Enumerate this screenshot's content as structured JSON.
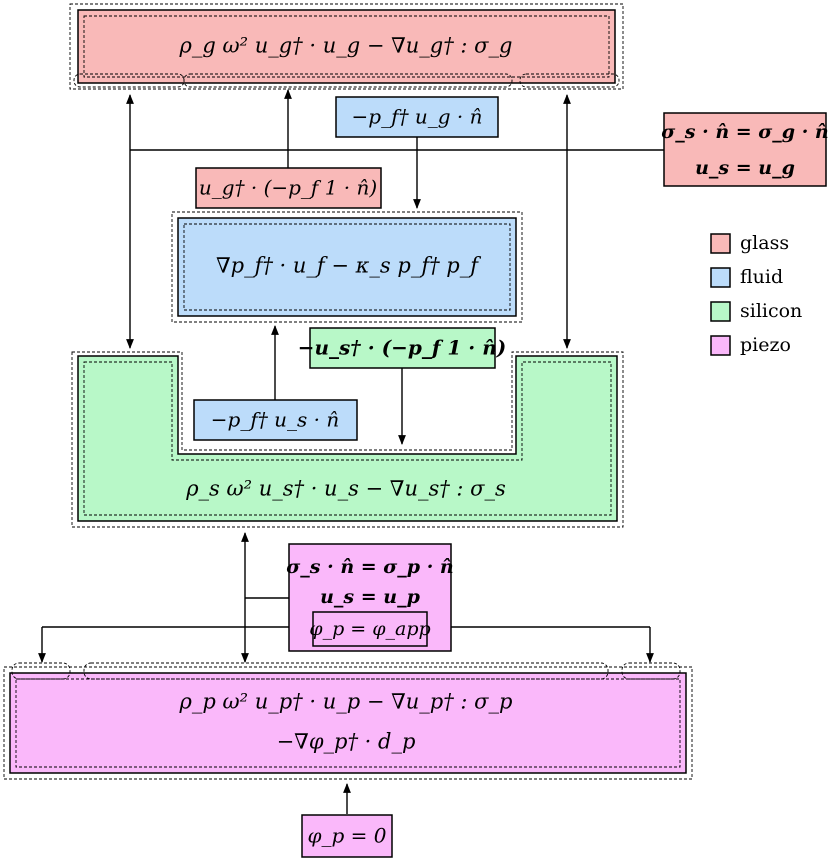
{
  "colors": {
    "glass": "#f9b9b8",
    "fluid": "#bcdcfa",
    "silicon": "#b8f8c8",
    "piezo": "#fab8fa"
  },
  "domains": {
    "glass": "ρ_g ω² u_g† · u_g − ∇u_g† : σ_g",
    "fluid": "∇p_f† · u_f − κ_s p_f† p_f",
    "silicon": "ρ_s ω² u_s† · u_s − ∇u_s† : σ_s",
    "piezo_line1": "ρ_p ω² u_p† · u_p − ∇u_p† : σ_p",
    "piezo_line2": "−∇φ_p† · d_p"
  },
  "interfaces": {
    "fluid_to_glass": "−p_f† u_g · n̂",
    "glass_traction": "u_g† · (−p_f 1 · n̂)",
    "glass_silicon_line1": "σ_s · n̂ = σ_g · n̂",
    "glass_silicon_line2": "u_s = u_g",
    "silicon_traction": "−u_s† · (−p_f 1 · n̂)",
    "fluid_to_silicon": "−p_f† u_s · n̂",
    "silicon_piezo_line1": "σ_s · n̂ = σ_p · n̂",
    "silicon_piezo_line2": "u_s = u_p",
    "applied_potential": "φ_p = φ_app",
    "ground_potential": "φ_p = 0"
  },
  "legend": [
    {
      "label": "glass",
      "color": "#f9b9b8"
    },
    {
      "label": "fluid",
      "color": "#bcdcfa"
    },
    {
      "label": "silicon",
      "color": "#b8f8c8"
    },
    {
      "label": "piezo",
      "color": "#fab8fa"
    }
  ]
}
